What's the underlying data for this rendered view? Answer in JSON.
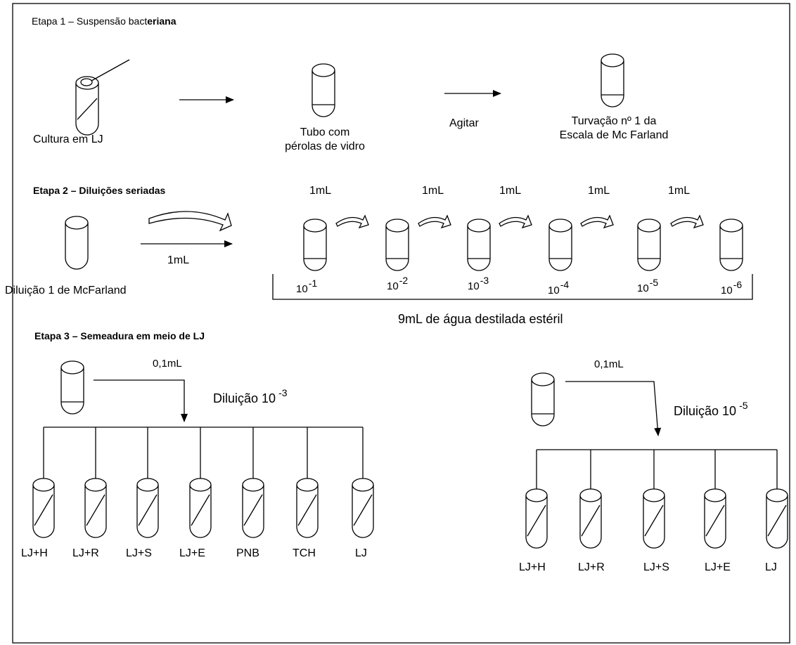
{
  "stage1": {
    "title_a": "Etapa 1 – Suspensão bact",
    "title_b": "eriana",
    "culture_label": "Cultura em LJ",
    "tube_beads_line1": "Tubo com",
    "tube_beads_line2": "pérolas de vidro",
    "shake_label": "Agitar",
    "turbidity_line1": "Turvação nº 1 da",
    "turbidity_line2": "Escala de Mc Farland"
  },
  "stage2": {
    "title": "Etapa 2 – Diluições seriadas",
    "source_label": "Diluição 1 de McFarland",
    "transfer_label": "1mL",
    "step_labels": [
      "1mL",
      "1mL",
      "1mL",
      "1mL",
      "1mL"
    ],
    "dilution_base": "10",
    "dilution_exponents": [
      "-1",
      "-2",
      "-3",
      "-4",
      "-5",
      "-6"
    ],
    "diluent_label": "9mL de água destilada estéril"
  },
  "stage3": {
    "title": "Etapa 3 – Semeadura em meio de LJ",
    "left": {
      "volume_label": "0,1mL",
      "dilution_text": "Diluição 10",
      "dilution_exp": "-3",
      "media": [
        "LJ+H",
        "LJ+R",
        "LJ+S",
        "LJ+E",
        "PNB",
        "TCH",
        "LJ"
      ]
    },
    "right": {
      "volume_label": "0,1mL",
      "dilution_text": "Diluição 10",
      "dilution_exp": "-5",
      "media": [
        "LJ+H",
        "LJ+R",
        "LJ+S",
        "LJ+E",
        "LJ"
      ]
    }
  }
}
